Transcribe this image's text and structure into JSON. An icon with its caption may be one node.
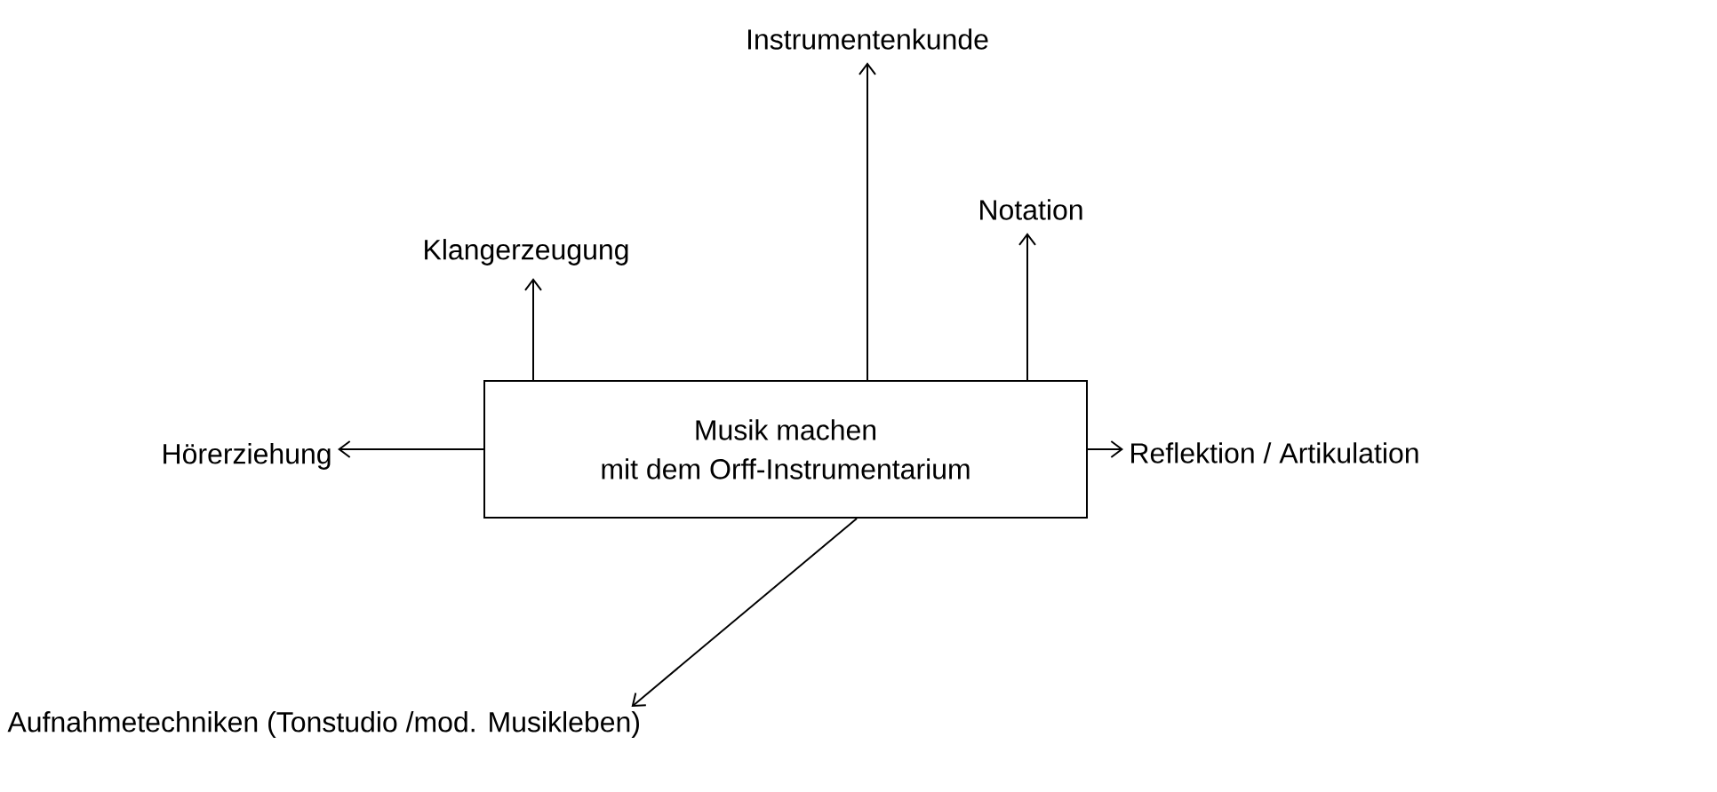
{
  "diagram": {
    "nodes": [
      {
        "text": [
          "Musik machen mit dem Orff-Instrumentarium"
        ]
      },
      {
        "text": [
          "Instrumentenkunde"
        ]
      },
      {
        "text": [
          "Klangerzeugung"
        ]
      },
      {
        "text": [
          "Notation"
        ]
      },
      {
        "text": [
          "Hörerziehung"
        ]
      },
      {
        "text": [
          "Reflektion / Artikulation"
        ]
      },
      {
        "text": [
          "Aufnahmetechniken (Tonstudio /mod. Musikleben)"
        ]
      }
    ],
    "edges": [
      {
        "from": 0,
        "to": 1,
        "arrow": "to"
      },
      {
        "from": 0,
        "to": 2,
        "arrow": "to"
      },
      {
        "from": 0,
        "to": 3,
        "arrow": "to"
      },
      {
        "from": 0,
        "to": 4,
        "arrow": "to"
      },
      {
        "from": 0,
        "to": 5,
        "arrow": "to"
      },
      {
        "from": 0,
        "to": 6,
        "arrow": "to"
      }
    ]
  }
}
